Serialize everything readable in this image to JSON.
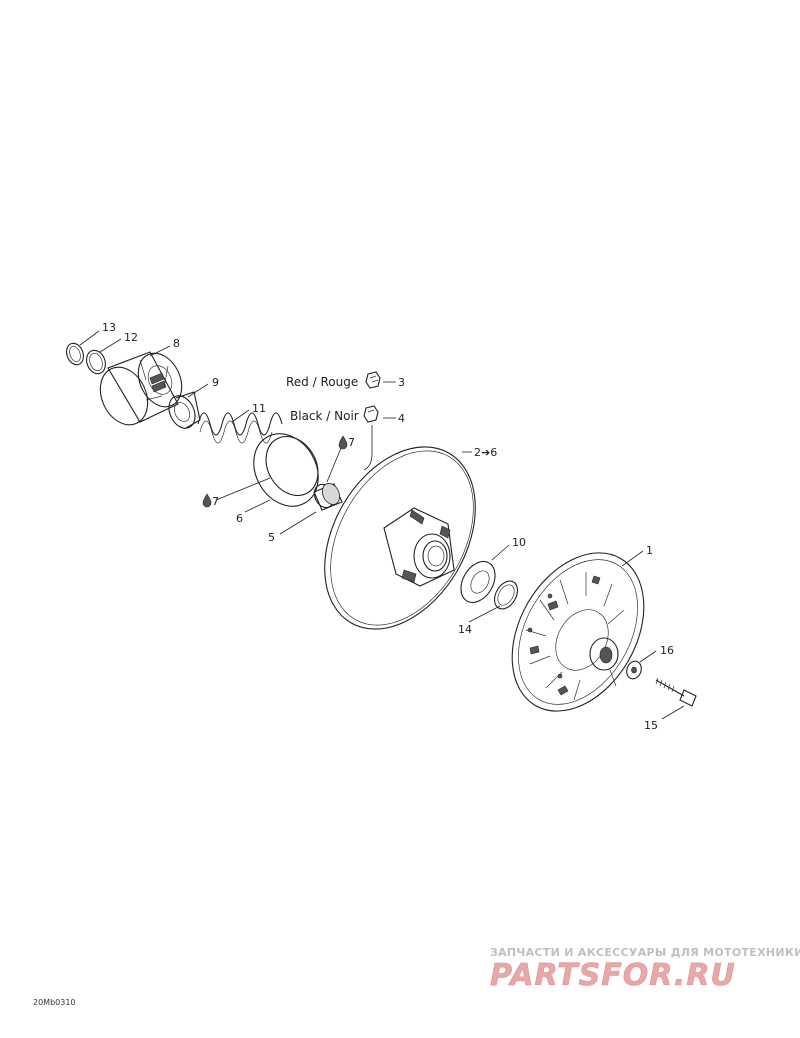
{
  "callouts": [
    "13",
    "12",
    "8",
    "9",
    "11",
    "3",
    "4",
    "2➔6",
    "7",
    "7",
    "6",
    "5",
    "10",
    "1",
    "14",
    "16",
    "15"
  ],
  "color_labels": {
    "red": "Red / Rouge",
    "black": "Black / Noir"
  },
  "drawing_id": "20Mb0310",
  "watermark": {
    "tagline": "ЗАПЧАСТИ И АКСЕССУАРЫ ДЛЯ МОТОТЕХНИКИ",
    "logo": "PARTSFOR.RU"
  },
  "colors": {
    "line": "#222222",
    "watermark_red": "#e8a8a8",
    "watermark_grey": "#bfbfbf"
  },
  "icons": [
    "grease-drop-icon",
    "red-colour-tag-icon",
    "black-colour-tag-icon"
  ]
}
